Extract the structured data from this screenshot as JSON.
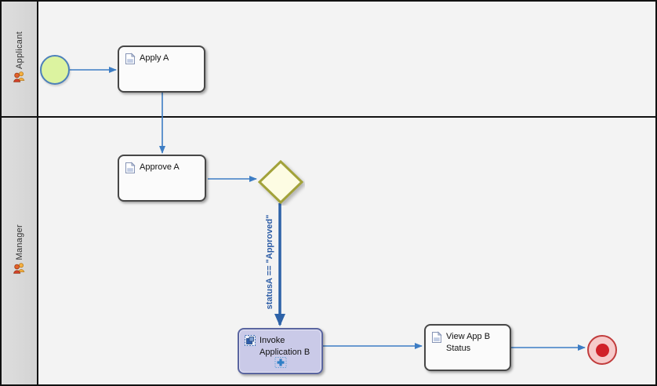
{
  "lanes": [
    {
      "label": "Applicant"
    },
    {
      "label": "Manager"
    }
  ],
  "nodes": {
    "start_event": {
      "type": "start-event"
    },
    "apply_a": {
      "label": "Apply A",
      "type": "user-task"
    },
    "approve_a": {
      "label": "Approve A",
      "type": "user-task"
    },
    "gateway": {
      "type": "exclusive-gateway"
    },
    "invoke_app_b": {
      "label": "Invoke Application B",
      "type": "call-activity"
    },
    "view_app_b": {
      "label": "View App B Status",
      "type": "user-task"
    },
    "end_event": {
      "type": "end-event"
    }
  },
  "flows": {
    "condition_label": "statusA == \"Approved\""
  },
  "colors": {
    "flow_blue": "#3d7dc4",
    "conditional_flow_blue": "#2d62a8",
    "condition_text": "#2d5da6",
    "start_fill": "#dcf3a0",
    "start_border": "#4c80ba",
    "end_fill": "#f6caca",
    "end_border": "#c13c3c",
    "end_inner": "#d02028",
    "gateway_fill": "#fdfce3",
    "gateway_border": "#a2a23a",
    "task_fill": "#fbfbfb",
    "task_border": "#474747",
    "call_activity_fill": "#cacae8",
    "call_activity_border": "#5a65a0",
    "lane_header_bg": "#d8d8d8",
    "canvas_bg": "#f3f3f3"
  }
}
